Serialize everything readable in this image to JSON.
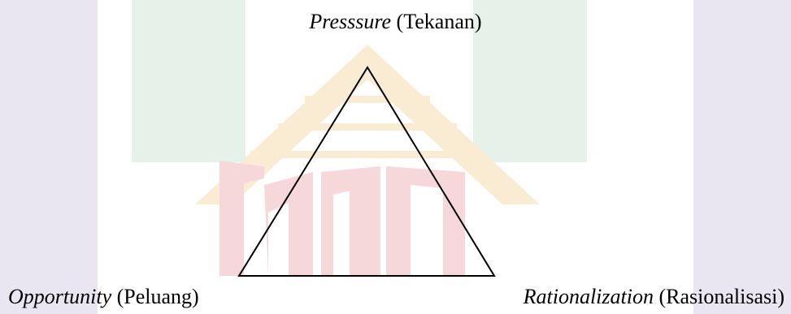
{
  "labels": {
    "top": {
      "term": "Presssure",
      "translation": "(Tekanan)"
    },
    "bottom_left": {
      "term": "Opportunity",
      "translation": "(Peluang)"
    },
    "bottom_right": {
      "term": "Rationalization",
      "translation": "(Rasionalisasi)"
    }
  },
  "colors": {
    "background": "#ffffff",
    "line": "#000000",
    "text": "#000000",
    "watermark_green": "#e6f1ea",
    "watermark_lilac": "#eae6f1",
    "watermark_yellow": "#f9ecd3",
    "watermark_red": "#f6d8da"
  }
}
